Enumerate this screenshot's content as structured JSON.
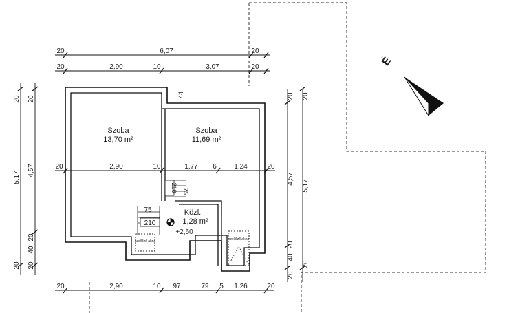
{
  "dimensions": {
    "top_total": {
      "left_end": "20",
      "value": "6,07",
      "right_end": "20"
    },
    "top_split": {
      "left_end": "20",
      "a": "2,90",
      "mid": "10",
      "b": "3,07",
      "right_end": "20"
    },
    "middle_split": {
      "left_end": "20",
      "a": "2,90",
      "mid": "10",
      "b": "1,77",
      "c": "6",
      "d": "1,24",
      "right_end": "20"
    },
    "bottom_split": {
      "left_end": "20",
      "a": "2,90",
      "b": "10",
      "c": "97",
      "d": "79",
      "e": "5",
      "f": "1,26",
      "right_end": "20"
    },
    "left_outer": {
      "top": "20",
      "value": "5,17",
      "bottom": "20"
    },
    "left_inner": {
      "top": "20",
      "value": "4,57",
      "a": "20",
      "b": "40",
      "bottom": "20"
    },
    "right_inner": {
      "top": "20",
      "value": "4,57",
      "a": "20",
      "b": "40",
      "bottom": "20"
    },
    "right_outer": {
      "top": "20",
      "value": "5,17",
      "bottom": "20"
    },
    "wall_44": "44",
    "stair_210_vertical": "210",
    "stair_75_vertical": "75",
    "stair_75": "75",
    "stair_210": "210",
    "level": "+2,60"
  },
  "rooms": [
    {
      "name": "Szoba",
      "area": "13,70 m²"
    },
    {
      "name": "Szoba",
      "area": "11,69 m²"
    },
    {
      "name": "Közl.",
      "area": "1,28 m²"
    }
  ],
  "chimneys": [
    {
      "label": "szellőző akna"
    },
    {
      "label": "szellőző akna"
    }
  ],
  "north_label": "É"
}
